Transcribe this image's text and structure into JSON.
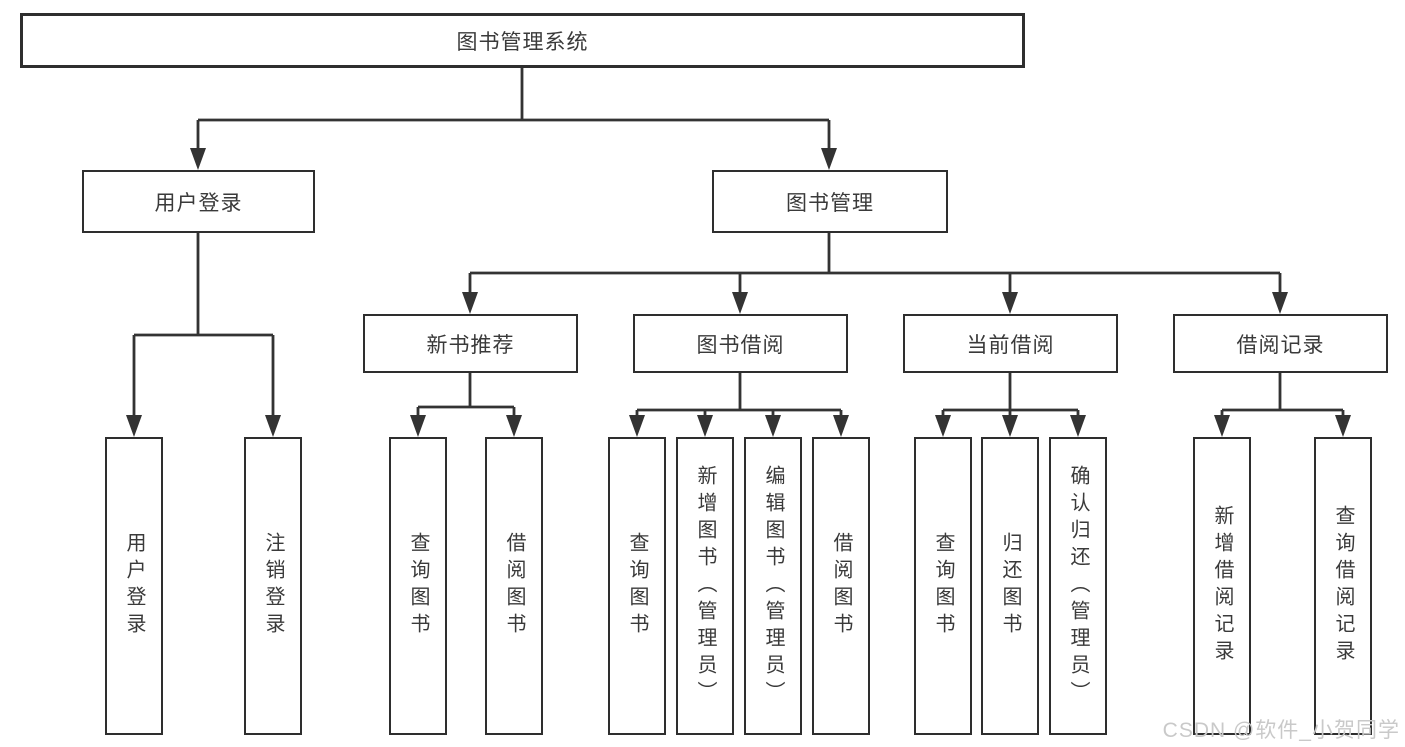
{
  "page": {
    "watermark": "CSDN @软件_小贺同学"
  },
  "colors": {
    "line": "#333333",
    "box_border": "#2e2e2e",
    "text": "#3a3a3a",
    "watermark": "#c9c9c9",
    "background": "#ffffff"
  },
  "diagram": {
    "type": "tree",
    "root": "图书管理系统",
    "branches": [
      {
        "label": "用户登录",
        "children": [
          "用户登录",
          "注销登录"
        ]
      },
      {
        "label": "图书管理",
        "groups": [
          {
            "label": "新书推荐",
            "children": [
              "查询图书",
              "借阅图书"
            ]
          },
          {
            "label": "图书借阅",
            "children": [
              "查询图书",
              "新增图书（管理员）",
              "编辑图书（管理员）",
              "借阅图书"
            ]
          },
          {
            "label": "当前借阅",
            "children": [
              "查询图书",
              "归还图书",
              "确认归还（管理员）"
            ]
          },
          {
            "label": "借阅记录",
            "children": [
              "新增借阅记录",
              "查询借阅记录"
            ]
          }
        ]
      }
    ]
  }
}
